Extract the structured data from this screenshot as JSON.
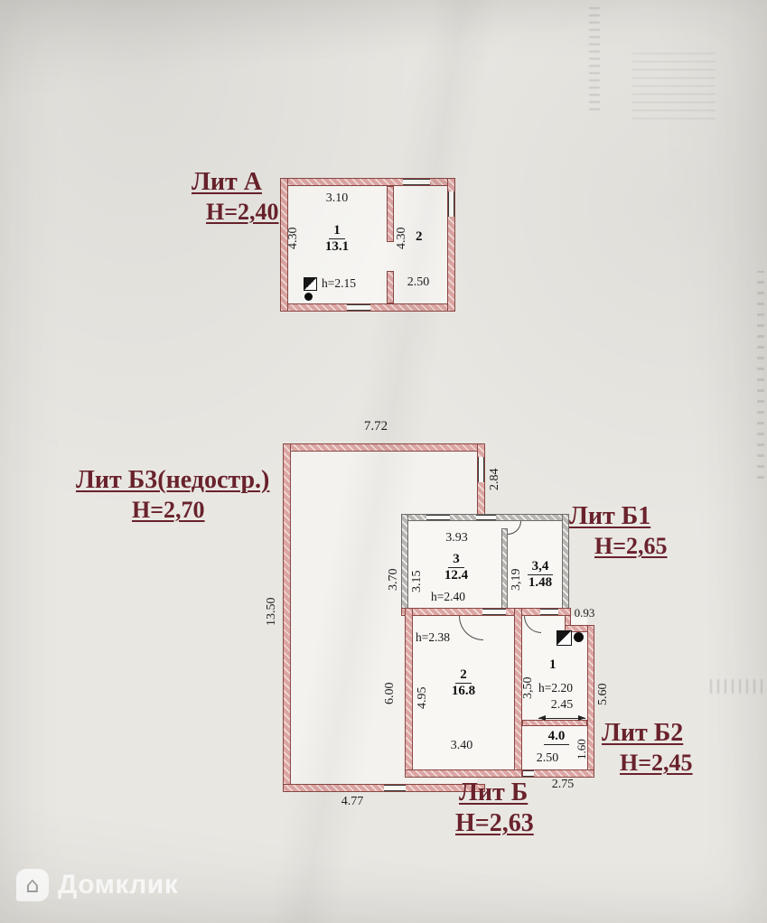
{
  "plan_a": {
    "label": "Лит А",
    "height": "Н=2,40",
    "dim_top": "3.10",
    "dim_left": "4.30",
    "dim_mid": "4.30",
    "dim_bottom": "2.50",
    "room1": {
      "num": "1",
      "area": "13.1",
      "h_note": "h=2.15"
    },
    "room2": {
      "num": "2"
    }
  },
  "plan_b3": {
    "label": "Лит Б3(недостр.)",
    "height": "Н=2,70",
    "dim_top": "7.72",
    "dim_right": "2.84",
    "dim_left": "13.50",
    "dim_inner": "6.00",
    "dim_bottom": "4.77"
  },
  "plan_b1": {
    "label": "Лит Б1",
    "height": "Н=2,65",
    "dim_top": "3.93",
    "dim_left_outer": "3.70",
    "dim_left_inner": "3.15",
    "room3": {
      "num": "3",
      "area": "12.4",
      "h_note": "h=2.40"
    },
    "room4": {
      "dim_left": "3,19",
      "area": "3,4",
      "dim_width": "1.48"
    }
  },
  "plan_b": {
    "label": "Лит Б",
    "height": "Н=2,63",
    "dim_top": "0.93",
    "dim_right": "5.60",
    "dim_bottom": "2.75",
    "room2": {
      "num": "2",
      "area": "16.8",
      "h_note": "h=2.38",
      "dim_left": "4.95",
      "dim_bottom": "3.40"
    },
    "room1": {
      "num": "1",
      "h_note": "h=2.20",
      "dim_width": "2.45",
      "dim_left": "3,50"
    },
    "room4": {
      "area": "4.0",
      "dim_bottom": "2.50",
      "dim_right": "1.60"
    }
  },
  "plan_b2": {
    "label": "Лит Б2",
    "height": "Н=2,45"
  },
  "watermark": {
    "text": "Домклик",
    "icon_glyph": "⌂"
  }
}
